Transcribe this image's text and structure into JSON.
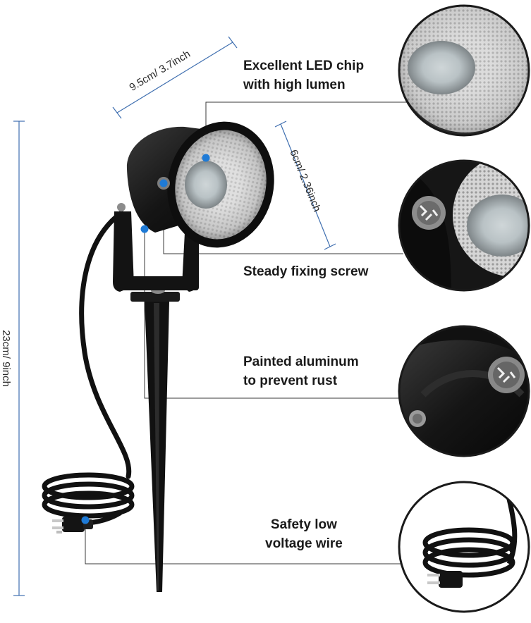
{
  "dimensions": {
    "width_label": "9.5cm/ 3.7inch",
    "head_label": "6cm/ 2.36inch",
    "height_label": "23cm/ 9inch"
  },
  "features": [
    {
      "id": "led-chip",
      "text": "Excellent LED chip\nwith high lumen"
    },
    {
      "id": "fixing-screw",
      "text": "Steady fixing screw"
    },
    {
      "id": "aluminum",
      "text": "Painted aluminum\nto prevent rust"
    },
    {
      "id": "wire",
      "text": "Safety low\nvoltage wire"
    }
  ],
  "colors": {
    "accent": "#1e7ad6",
    "leader_line": "#3a3a3a",
    "dimension_line": "#3f6fb0",
    "body": "#151515"
  },
  "icons": [
    "led-chip-closeup",
    "screw-closeup",
    "aluminum-closeup",
    "wire-closeup"
  ]
}
